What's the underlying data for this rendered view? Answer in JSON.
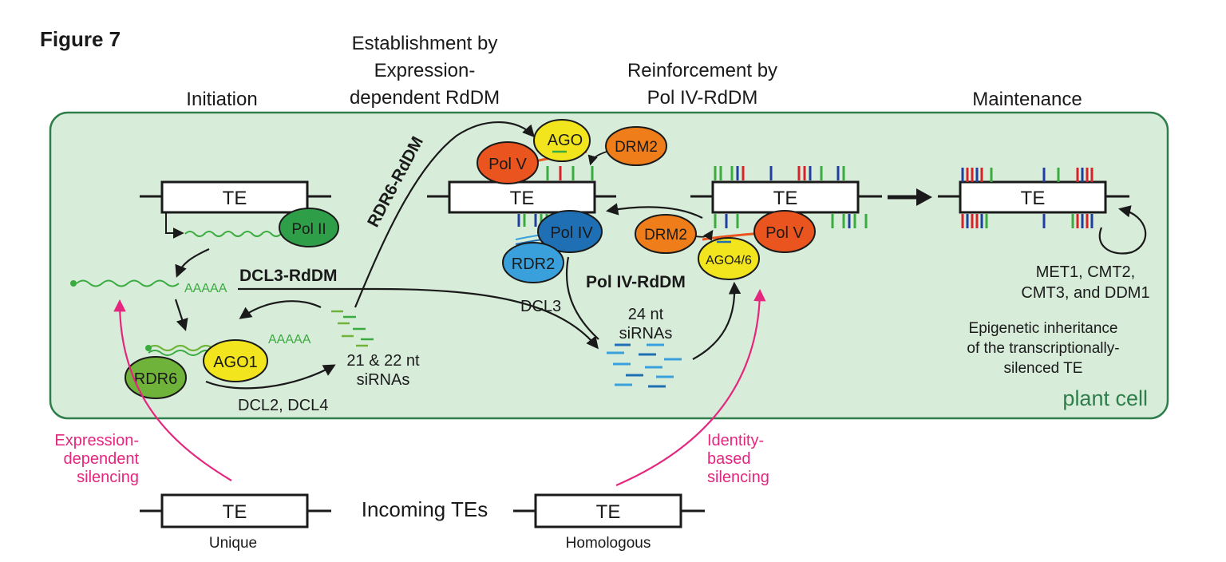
{
  "figure_label": "Figure 7",
  "stages": {
    "initiation": "Initiation",
    "establishment": [
      "Establishment by",
      "Expression-",
      "dependent RdDM"
    ],
    "reinforcement": [
      "Reinforcement by",
      "Pol IV-RdDM"
    ],
    "maintenance": "Maintenance"
  },
  "cell_label": "plant cell",
  "te_label": "TE",
  "pathways": {
    "rdr6": "RDR6-RdDM",
    "dcl3": "DCL3-RdDM",
    "pol4": "Pol IV-RdDM"
  },
  "proteins": {
    "pol2": "Pol II",
    "ago": "AGO",
    "drm2": "DRM2",
    "pol5": "Pol V",
    "pol4": "Pol IV",
    "rdr2": "RDR2",
    "ago46": "AGO4/6",
    "rdr6": "RDR6",
    "ago1": "AGO1"
  },
  "labels": {
    "polya1": "AAAAA",
    "polya2": "AAAAA",
    "sirna_21_22": [
      "21 & 22 nt",
      "siRNAs"
    ],
    "dcl2_dcl4": "DCL2, DCL4",
    "dcl3": "DCL3",
    "sirna_24": [
      "24 nt",
      "siRNAs"
    ],
    "maint_enzymes": [
      "MET1, CMT2,",
      "CMT3, and DDM1"
    ],
    "inheritance": [
      "Epigenetic inheritance",
      "of the transcriptionally-",
      "silenced TE"
    ]
  },
  "incoming": {
    "title": "Incoming TEs",
    "unique": "Unique",
    "homologous": "Homologous",
    "expression_silencing": [
      "Expression-",
      "dependent",
      "silencing"
    ],
    "identity_silencing": [
      "Identity-",
      "based",
      "silencing"
    ]
  },
  "colors": {
    "cell_fill": "#d8ecda",
    "cell_border": "#2e7d4a",
    "pink_arrow": "#e4267f",
    "pol2": "#2e9e48",
    "ago": "#f2e51e",
    "drm2": "#ef7d1a",
    "pol5": "#e9541f",
    "pol4": "#1f6fb5",
    "rdr2": "#3aa0dc",
    "rdr6": "#6fb33a",
    "mark_green": "#3aab3f",
    "mark_red": "#d6232a",
    "mark_blue": "#1f3f9e"
  }
}
